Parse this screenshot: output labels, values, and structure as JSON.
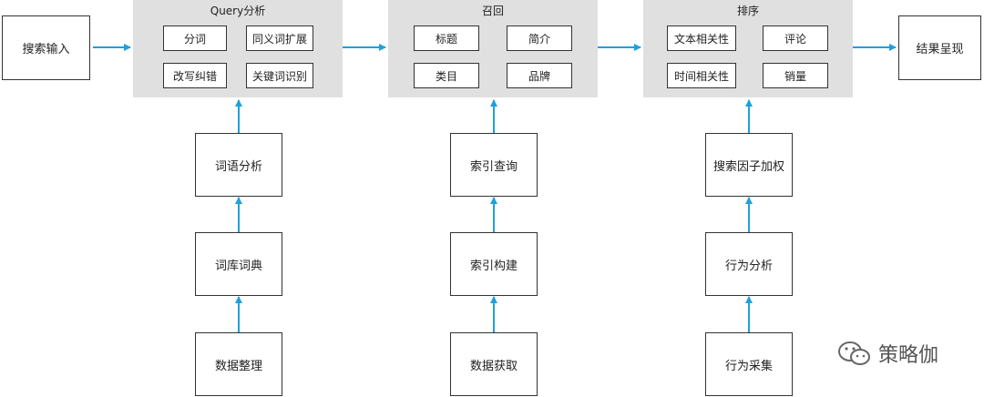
{
  "input": "搜索输入",
  "output": "结果呈现",
  "groups": [
    {
      "title": "Query分析",
      "items": [
        "分词",
        "同义词扩展",
        "改写纠错",
        "关键词识别"
      ]
    },
    {
      "title": "召回",
      "items": [
        "标题",
        "简介",
        "类目",
        "品牌"
      ]
    },
    {
      "title": "排序",
      "items": [
        "文本相关性",
        "评论",
        "时间相关性",
        "销量"
      ]
    }
  ],
  "columns": [
    [
      "词语分析",
      "词库词典",
      "数据整理"
    ],
    [
      "索引查询",
      "索引构建",
      "数据获取"
    ],
    [
      "搜索因子加权",
      "行为分析",
      "行为采集"
    ]
  ],
  "watermark": "策略伽",
  "colors": {
    "arrow": "#1ea0dc",
    "group_bg": "#e0e0e0",
    "border": "#333333"
  }
}
